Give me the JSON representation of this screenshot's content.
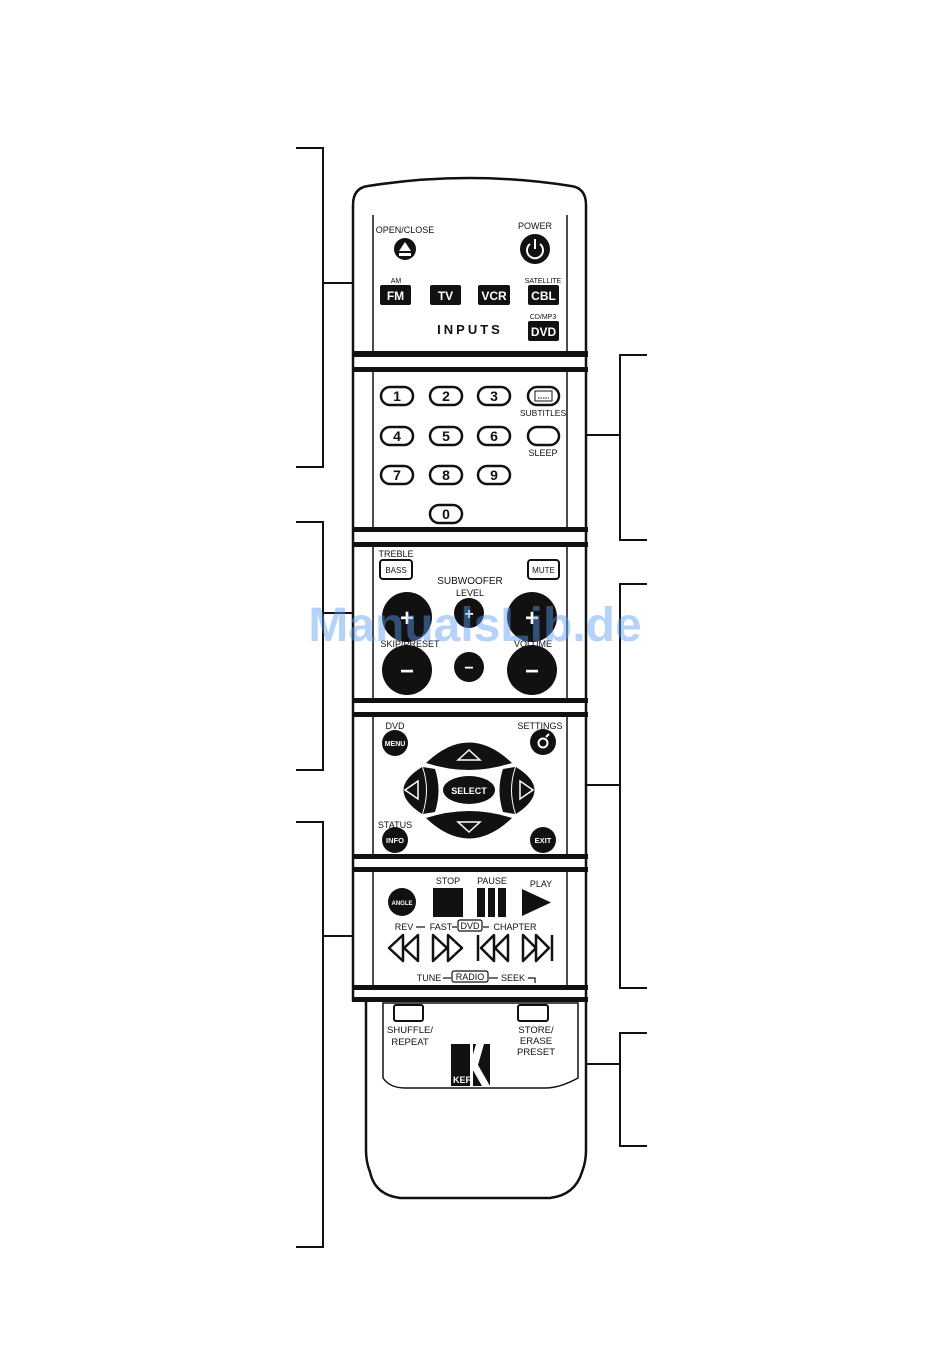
{
  "top_section": {
    "open_close_label": "OPEN/CLOSE",
    "power_label": "POWER",
    "fm_top": "AM",
    "fm": "FM",
    "tv": "TV",
    "vcr": "VCR",
    "cbl_top": "SATELLITE",
    "cbl": "CBL",
    "dvd_top": "CD/MP3",
    "dvd": "DVD",
    "inputs_label": "INPUTS"
  },
  "keypad": {
    "digits": [
      "1",
      "2",
      "3",
      "4",
      "5",
      "6",
      "7",
      "8",
      "9",
      "0"
    ],
    "subtitles_label": "SUBTITLES",
    "sleep_label": "SLEEP"
  },
  "level_section": {
    "treble_label": "TREBLE",
    "bass_label": "BASS",
    "mute_label": "MUTE",
    "subwoofer_line1": "SUBWOOFER",
    "subwoofer_line2": "LEVEL",
    "skip_preset_label": "SKIP/PRESET",
    "volume_label": "VOLUME",
    "plus": "+",
    "minus": "−"
  },
  "nav_section": {
    "dvd_label": "DVD",
    "menu_label": "MENU",
    "settings_label": "SETTINGS",
    "select_label": "SELECT",
    "status_label": "STATUS",
    "info_label": "INFO",
    "exit_label": "EXIT"
  },
  "transport_section": {
    "angle_label": "ANGLE",
    "stop_label": "STOP",
    "pause_label": "PAUSE",
    "play_label": "PLAY",
    "rev_label": "REV",
    "fast_label": "FAST",
    "dvd_box_label": "DVD",
    "chapter_label": "CHAPTER",
    "tune_label": "TUNE",
    "radio_box_label": "RADIO",
    "seek_label": "SEEK"
  },
  "bottom_section": {
    "shuffle_line1": "SHUFFLE/",
    "shuffle_line2": "REPEAT",
    "store_line1": "STORE/",
    "store_line2": "ERASE",
    "store_line3": "PRESET",
    "logo_text": "KEF"
  },
  "watermark": "ManualsLib.de",
  "colors": {
    "ink": "#111111",
    "paper": "#ffffff",
    "watermark": "#5b9bf0"
  }
}
